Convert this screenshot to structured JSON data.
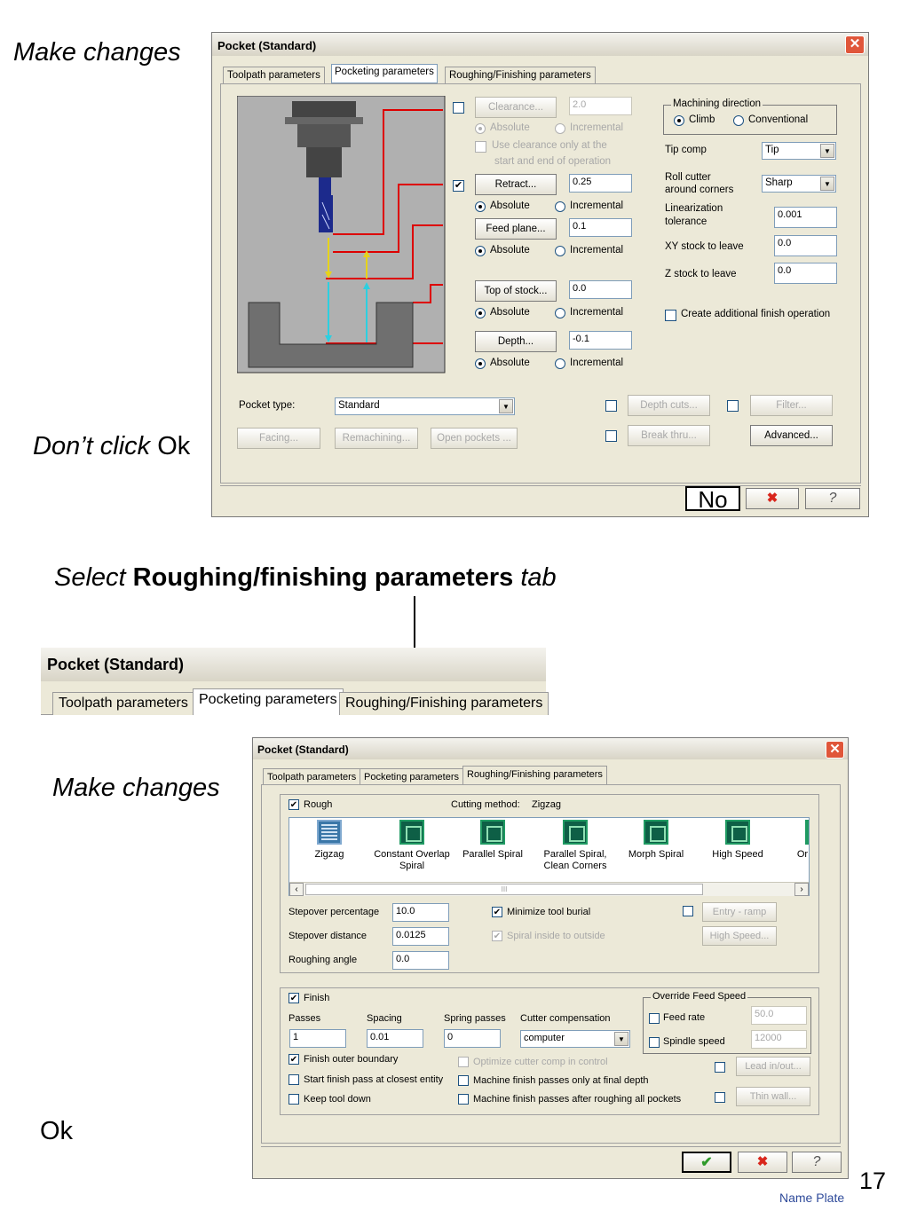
{
  "notes": {
    "make_changes_1": "Make changes",
    "dont_click": "Don’t click",
    "dont_click_ok": "Ok",
    "select": "Select",
    "select_bold": "Roughing/finishing parameters",
    "select_tab": "tab",
    "make_changes_2": "Make changes",
    "ok": "Ok",
    "page_number": "17",
    "footer": "Name Plate"
  },
  "dialog1": {
    "title": "Pocket (Standard)",
    "tabs": [
      "Toolpath parameters",
      "Pocketing parameters",
      "Roughing/Finishing parameters"
    ],
    "clearance": {
      "label": "Clearance...",
      "value": "2.0",
      "absolute": "Absolute",
      "incremental": "Incremental",
      "use_line1": "Use clearance only at the",
      "use_line2": "start and end of operation"
    },
    "retract": {
      "label": "Retract...",
      "value": "0.25",
      "absolute": "Absolute",
      "incremental": "Incremental"
    },
    "feed_plane": {
      "label": "Feed plane...",
      "value": "0.1",
      "absolute": "Absolute",
      "incremental": "Incremental"
    },
    "top_of_stock": {
      "label": "Top of stock...",
      "value": "0.0",
      "absolute": "Absolute",
      "incremental": "Incremental"
    },
    "depth": {
      "label": "Depth...",
      "value": "-0.1",
      "absolute": "Absolute",
      "incremental": "Incremental"
    },
    "machining_direction": {
      "caption": "Machining direction",
      "climb": "Climb",
      "conventional": "Conventional"
    },
    "tip_comp": {
      "label": "Tip comp",
      "value": "Tip"
    },
    "roll_cutter": {
      "label1": "Roll cutter",
      "label2": "around corners",
      "value": "Sharp"
    },
    "linearization": {
      "label1": "Linearization",
      "label2": "tolerance",
      "value": "0.001"
    },
    "xy_stock": {
      "label": "XY stock to leave",
      "value": "0.0"
    },
    "z_stock": {
      "label": "Z stock to leave",
      "value": "0.0"
    },
    "create_finish": "Create additional finish operation",
    "pocket_type": {
      "label": "Pocket type:",
      "value": "Standard"
    },
    "buttons": {
      "facing": "Facing...",
      "remachining": "Remachining...",
      "open_pockets": "Open pockets ...",
      "depth_cuts": "Depth cuts...",
      "filter": "Filter...",
      "break_thru": "Break thru...",
      "advanced": "Advanced..."
    },
    "footer": {
      "no": "No",
      "cancel": "✖",
      "help": "?"
    }
  },
  "tabstrip": {
    "title": "Pocket (Standard)",
    "tabs": [
      "Toolpath parameters",
      "Pocketing parameters",
      "Roughing/Finishing parameters"
    ]
  },
  "dialog2": {
    "title": "Pocket (Standard)",
    "tabs": [
      "Toolpath parameters",
      "Pocketing parameters",
      "Roughing/Finishing parameters"
    ],
    "rough": {
      "label": "Rough",
      "cutting_method_label": "Cutting method:",
      "cutting_method": "Zigzag"
    },
    "methods": [
      {
        "label": "Zigzag"
      },
      {
        "label": "Constant Overlap Spiral"
      },
      {
        "label": "Parallel Spiral"
      },
      {
        "label": "Parallel Spiral, Clean Corners"
      },
      {
        "label": "Morph Spiral"
      },
      {
        "label": "High Speed"
      },
      {
        "label": "Or"
      }
    ],
    "scroll_mid": "III",
    "stepover_pct": {
      "label": "Stepover percentage",
      "value": "10.0"
    },
    "stepover_dist": {
      "label": "Stepover distance",
      "value": "0.0125"
    },
    "roughing_angle": {
      "label": "Roughing angle",
      "value": "0.0"
    },
    "minimize_burial": "Minimize tool burial",
    "spiral_inside": "Spiral inside to outside",
    "entry_ramp": "Entry - ramp",
    "high_speed_btn": "High Speed...",
    "finish": {
      "label": "Finish",
      "passes_label": "Passes",
      "passes": "1",
      "spacing_label": "Spacing",
      "spacing": "0.01",
      "spring_label": "Spring passes",
      "spring": "0",
      "cutter_comp_label": "Cutter compensation",
      "cutter_comp": "computer",
      "outer_boundary": "Finish outer boundary",
      "start_closest": "Start finish pass at closest entity",
      "keep_down": "Keep tool down",
      "optimize": "Optimize cutter comp in control",
      "final_depth": "Machine finish passes only at final depth",
      "after_roughing": "Machine finish passes after roughing all pockets",
      "lead_in": "Lead in/out...",
      "thin_wall": "Thin wall..."
    },
    "override": {
      "caption": "Override Feed Speed",
      "feed_rate": "Feed rate",
      "feed_value": "50.0",
      "spindle": "Spindle speed",
      "spindle_value": "12000"
    },
    "footer": {
      "ok": "✔",
      "cancel": "✖",
      "help": "?"
    }
  }
}
